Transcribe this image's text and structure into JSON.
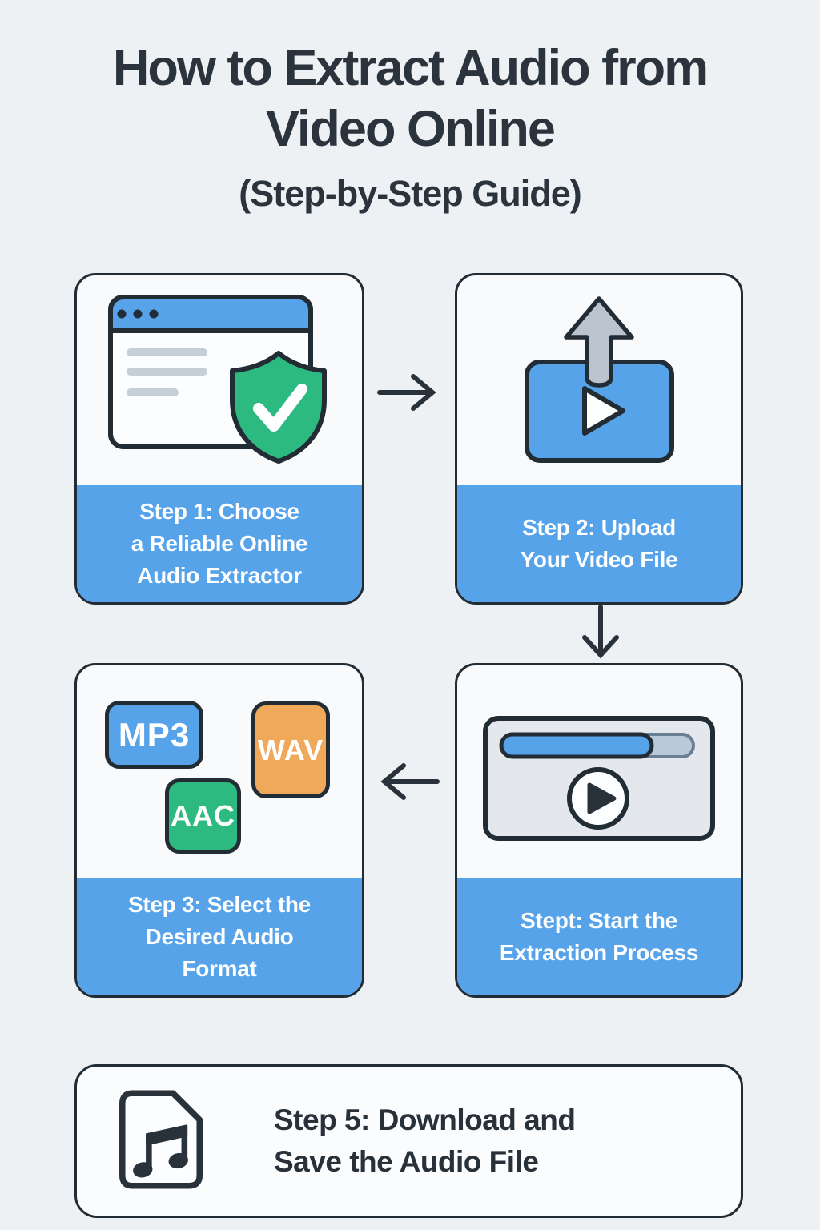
{
  "page": {
    "title": "How to Extract Audio from\nVideo Online",
    "subtitle": "(Step-by-Step Guide)"
  },
  "colors": {
    "accent_blue": "#57a3ea",
    "green": "#2cba80",
    "orange": "#f0a85b",
    "ink": "#222c35",
    "page_background": "#eef1f4",
    "card_background": "#f8fafb"
  },
  "steps": [
    {
      "icon": "browser-shield-check-icon",
      "label": "Step 1: Choose\na Reliable Online\nAudio Extractor"
    },
    {
      "icon": "upload-video-icon",
      "label": "Step 2: Upload\nYour Video File"
    },
    {
      "icon": "audio-format-badges-icon",
      "label": "Step 3: Select the\nDesired Audio\nFormat",
      "formats": [
        "MP3",
        "WAV",
        "AAC"
      ]
    },
    {
      "icon": "extraction-player-icon",
      "label": "Stept: Start the\nExtraction Process",
      "progress_percent": 78,
      "progress_fill_width": "188"
    }
  ],
  "final_step": {
    "icon": "audio-file-icon",
    "label": "Step 5: Download and\nSave the Audio File"
  }
}
